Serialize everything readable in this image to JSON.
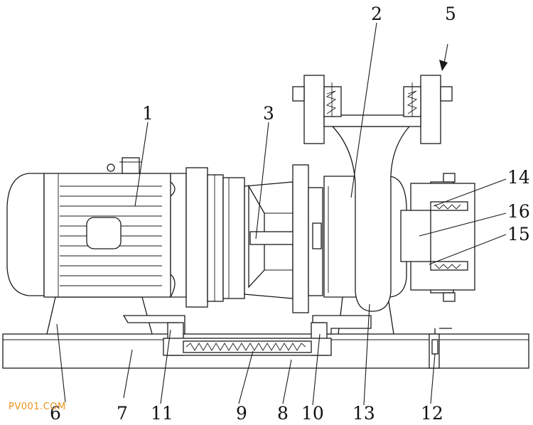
{
  "labels": {
    "l1": "1",
    "l2": "2",
    "l3": "3",
    "l5": "5",
    "l6": "6",
    "l7": "7",
    "l8": "8",
    "l9": "9",
    "l10": "10",
    "l11": "11",
    "l12": "12",
    "l13": "13",
    "l14": "14",
    "l15": "15",
    "l16": "16"
  },
  "watermark": "PV001.COM",
  "colors": {
    "line": "#1a1a1a",
    "watermark": "#e8931c",
    "background": "#ffffff"
  }
}
